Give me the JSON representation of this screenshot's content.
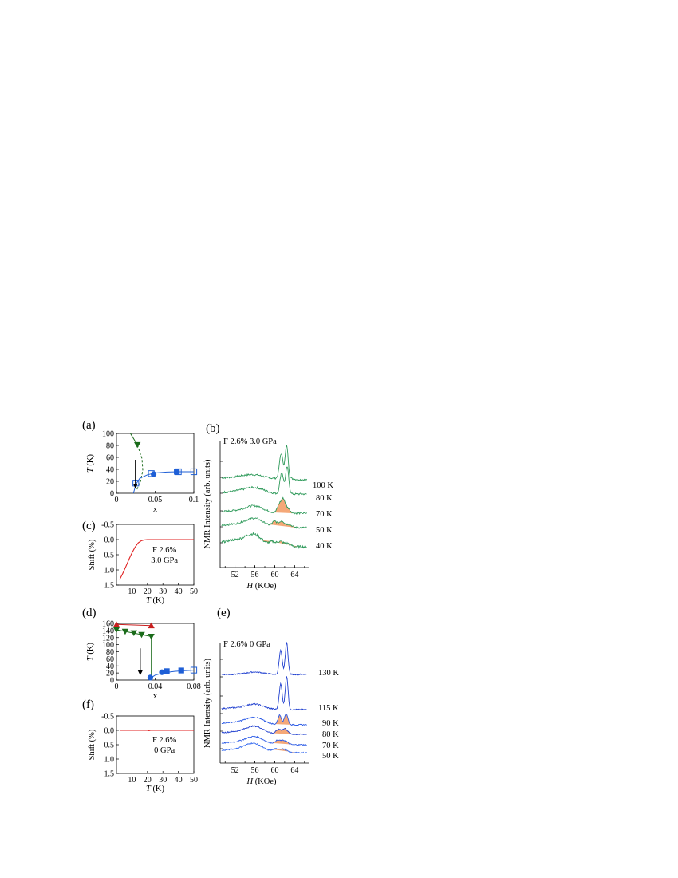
{
  "panels": {
    "a": {
      "label": "(a)"
    },
    "b": {
      "label": "(b)"
    },
    "c": {
      "label": "(c)"
    },
    "d": {
      "label": "(d)"
    },
    "e": {
      "label": "(e)"
    },
    "f": {
      "label": "(f)"
    }
  },
  "chart_data": [
    {
      "panel": "a",
      "type": "scatter",
      "xlabel": "x",
      "ylabel": "T (K)",
      "xlim": [
        0,
        0.1
      ],
      "ylim": [
        0,
        100
      ],
      "xticks": [
        "0",
        "0.05",
        "0.1"
      ],
      "yticks": [
        "0",
        "20",
        "40",
        "60",
        "80",
        "100"
      ],
      "series": [
        {
          "marker": "triangle-down",
          "color": "#1a6b1a",
          "points": [
            [
              0.027,
              81
            ]
          ],
          "line": [
            [
              0.018,
              100
            ],
            [
              0.027,
              81
            ]
          ],
          "dashed": [
            [
              0.027,
              81
            ],
            [
              0.033,
              58
            ],
            [
              0.034,
              38
            ],
            [
              0.031,
              20
            ],
            [
              0.026,
              5
            ]
          ]
        },
        {
          "marker": "circle",
          "color": "#1f5fd6",
          "points": [
            [
              0.048,
              32
            ]
          ]
        },
        {
          "marker": "square",
          "color": "#1f5fd6",
          "points": [
            [
              0.078,
              36
            ]
          ]
        },
        {
          "marker": "open-square",
          "color": "#1f5fd6",
          "points": [
            [
              0.025,
              17
            ],
            [
              0.045,
              33
            ],
            [
              0.08,
              36
            ],
            [
              0.1,
              36
            ]
          ]
        },
        {
          "curve": "fit",
          "color": "#1f5fd6",
          "line": [
            [
              0.022,
              0
            ],
            [
              0.025,
              15
            ],
            [
              0.03,
              25
            ],
            [
              0.04,
              31
            ],
            [
              0.05,
              34
            ],
            [
              0.065,
              35.5
            ],
            [
              0.08,
              36
            ],
            [
              0.1,
              36
            ]
          ]
        }
      ],
      "arrow_x": 0.025
    },
    {
      "panel": "b",
      "type": "line",
      "annotation": "F 2.6%   3.0 GPa",
      "xlabel": "H  (KOe)",
      "ylabel": "NMR Intensity (arb. units)",
      "xlim": [
        49,
        67
      ],
      "xticks": [
        "52",
        "56",
        "60",
        "64"
      ],
      "series": [
        {
          "name": "100 K",
          "offset": 0,
          "shaded": false
        },
        {
          "name": "80 K",
          "offset": 1,
          "shaded": false
        },
        {
          "name": "70 K",
          "offset": 2,
          "shaded": true
        },
        {
          "name": "50 K",
          "offset": 3,
          "shaded": true
        },
        {
          "name": "40 K",
          "offset": 4,
          "shaded": true
        }
      ],
      "line_color": "#2e9a5a",
      "fill_color": "#f5a878"
    },
    {
      "panel": "c",
      "type": "line",
      "annotation": [
        "F 2.6%",
        "3.0 GPa"
      ],
      "xlabel": "T (K)",
      "ylabel": "Shift (%)",
      "xlim": [
        0,
        50
      ],
      "ylim": [
        1.5,
        -0.5
      ],
      "xticks": [
        "10",
        "20",
        "30",
        "40",
        "50"
      ],
      "yticks": [
        "-0.5",
        "0.0",
        "0.5",
        "1.0",
        "1.5"
      ],
      "series": [
        {
          "color": "#e02020",
          "points": [
            [
              2,
              1.32
            ],
            [
              4,
              1.12
            ],
            [
              6,
              0.9
            ],
            [
              8,
              0.66
            ],
            [
              10,
              0.44
            ],
            [
              12,
              0.25
            ],
            [
              14,
              0.11
            ],
            [
              16,
              0.04
            ],
            [
              18,
              0.01
            ],
            [
              20,
              0.0
            ],
            [
              25,
              0.0
            ],
            [
              30,
              0.0
            ],
            [
              40,
              0.0
            ],
            [
              50,
              0.0
            ]
          ]
        }
      ]
    },
    {
      "panel": "d",
      "type": "scatter",
      "xlabel": "x",
      "ylabel": "T (K)",
      "xlim": [
        0,
        0.08
      ],
      "ylim": [
        0,
        160
      ],
      "xticks": [
        "0",
        "0.04",
        "0.08"
      ],
      "yticks": [
        "0",
        "20",
        "40",
        "60",
        "80",
        "100",
        "120",
        "140",
        "160"
      ],
      "series": [
        {
          "marker": "triangle-up",
          "color": "#c81e1e",
          "points": [
            [
              0,
              157
            ],
            [
              0.036,
              154
            ]
          ],
          "line": [
            [
              0,
              157
            ],
            [
              0.036,
              154
            ]
          ]
        },
        {
          "marker": "triangle-down",
          "color": "#1a6b1a",
          "points": [
            [
              0,
              142
            ],
            [
              0.009,
              137
            ],
            [
              0.018,
              133
            ],
            [
              0.026,
              128
            ],
            [
              0.036,
              123
            ]
          ],
          "line": [
            [
              0,
              142
            ],
            [
              0.036,
              123
            ],
            [
              0.036,
              5
            ]
          ]
        },
        {
          "marker": "circle",
          "color": "#1f5fd6",
          "points": [
            [
              0.035,
              7
            ],
            [
              0.047,
              22
            ]
          ]
        },
        {
          "marker": "square",
          "color": "#1f5fd6",
          "points": [
            [
              0.052,
              25
            ],
            [
              0.067,
              27
            ]
          ]
        },
        {
          "marker": "open-square",
          "color": "#1f5fd6",
          "points": [
            [
              0.08,
              28
            ]
          ]
        },
        {
          "curve": "fit",
          "color": "#1f5fd6",
          "line": [
            [
              0.035,
              5
            ],
            [
              0.04,
              14
            ],
            [
              0.05,
              21
            ],
            [
              0.06,
              24.5
            ],
            [
              0.07,
              26.5
            ],
            [
              0.08,
              28
            ]
          ]
        }
      ],
      "arrow_x": 0.025
    },
    {
      "panel": "e",
      "type": "line",
      "annotation": "F 2.6%    0 GPa",
      "xlabel": "H  (KOe)",
      "ylabel": "NMR Intensity (arb. units)",
      "xlim": [
        49,
        67
      ],
      "xticks": [
        "52",
        "56",
        "60",
        "64"
      ],
      "series": [
        {
          "name": "130 K",
          "shaded": false
        },
        {
          "name": "115 K",
          "shaded": false
        },
        {
          "name": "90 K",
          "shaded": true
        },
        {
          "name": "80 K",
          "shaded": true
        },
        {
          "name": "70 K",
          "shaded": true
        },
        {
          "name": "50 K",
          "shaded": true
        }
      ],
      "line_color": "#1f4fe0",
      "fill_color": "#f5a878"
    },
    {
      "panel": "f",
      "type": "line",
      "annotation": [
        "F 2.6%",
        "0 GPa"
      ],
      "xlabel": "T (K)",
      "ylabel": "Shift (%)",
      "xlim": [
        0,
        50
      ],
      "ylim": [
        1.5,
        -0.5
      ],
      "xticks": [
        "10",
        "20",
        "30",
        "40",
        "50"
      ],
      "yticks": [
        "-0.5",
        "0.0",
        "0.5",
        "1.0",
        "1.5"
      ],
      "series": [
        {
          "color": "#e02020",
          "points": [
            [
              2,
              0.0
            ],
            [
              10,
              0.0
            ],
            [
              20,
              0.0
            ],
            [
              21,
              0.01
            ],
            [
              22,
              0.0
            ],
            [
              30,
              0.0
            ],
            [
              40,
              0.0
            ],
            [
              50,
              0.0
            ]
          ]
        }
      ]
    }
  ]
}
